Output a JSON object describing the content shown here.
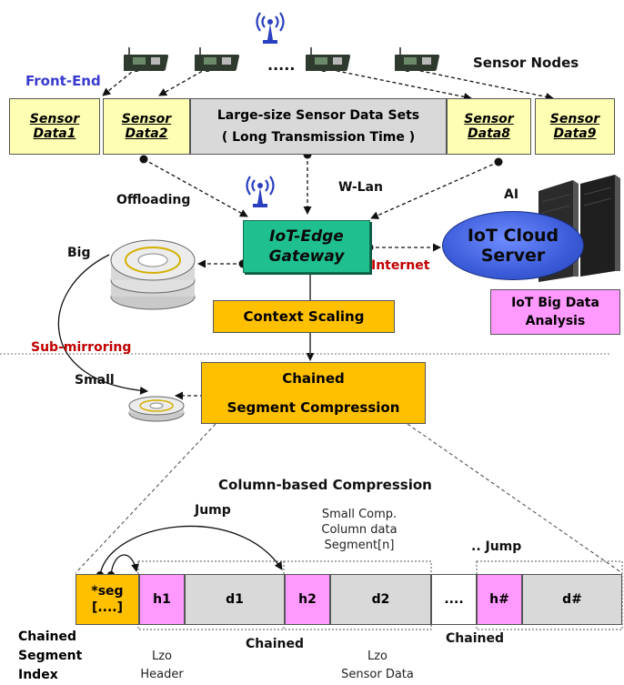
{
  "labels": {
    "front_end": "Front-End",
    "sensor_nodes": "Sensor Nodes",
    "dots_top": ".....",
    "sensor_data1": [
      "Sensor",
      "Data1"
    ],
    "sensor_data2": [
      "Sensor",
      "Data2"
    ],
    "sensor_data8": [
      "Sensor",
      "Data8"
    ],
    "sensor_data9": [
      "Sensor",
      "Data9"
    ],
    "large_sets_line1": "Large-size  Sensor Data Sets",
    "large_sets_line2": "( Long Transmission Time )",
    "offloading": "Offloading",
    "wlan": "W-Lan",
    "ai": "AI",
    "gateway_line1": "IoT-Edge",
    "gateway_line2": "Gateway",
    "internet": "Internet",
    "cloud_line1": "IoT Cloud",
    "cloud_line2": "Server",
    "big": "Big",
    "context_scaling": "Context  Scaling",
    "big_data_line1": "IoT Big Data",
    "big_data_line2": "Analysis",
    "sub_mirroring": "Sub-mirroring",
    "small": "Small",
    "chained_line1": "Chained",
    "chained_line2": "Segment Compression",
    "column_based": "Column-based Compression",
    "jump1": "Jump",
    "small_comp_line1": "Small Comp.",
    "small_comp_line2": "Column data",
    "small_comp_line3": "Segment[n]",
    "jump2": ".. Jump",
    "seg_line1": "*seg",
    "seg_line2": "[....]",
    "h1": "h1",
    "d1": "d1",
    "h2": "h2",
    "d2": "d2",
    "dots_seg": "....",
    "hn": "h#",
    "dn": "d#",
    "chained_index": [
      "Chained",
      "Segment",
      "Index"
    ],
    "chained_a": "Chained",
    "chained_b": "Chained",
    "lzo_header": [
      "Lzo",
      "Header"
    ],
    "lzo_sensor": [
      "Lzo",
      "Sensor Data"
    ]
  },
  "colors": {
    "sensor_box": "#ffffb3",
    "large_box": "#d9d9d9",
    "gateway": "#1fbf8f",
    "cloud": "#3b5bd9",
    "orange": "#ffc000",
    "pink": "#ff99ff",
    "gray_seg": "#d9d9d9",
    "front_end": "#3a3ad0",
    "internet": "#c00000",
    "sub_mirroring": "#c00000"
  },
  "icons": [
    "wifi-antenna-icon",
    "sensor-board-icon",
    "disk-stack-icon",
    "server-tower-icon"
  ]
}
